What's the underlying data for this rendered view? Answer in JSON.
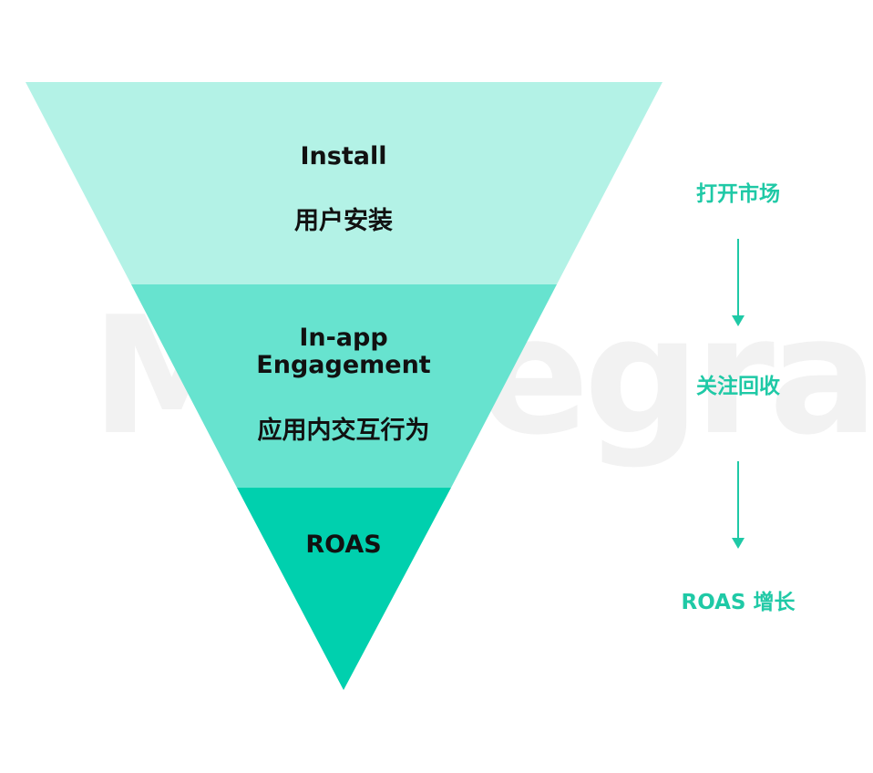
{
  "watermark": "Mintegral",
  "funnel": {
    "stages": [
      {
        "title": "Install",
        "subtitle": "用户安装",
        "color": "#b3f2e6"
      },
      {
        "title": "In-app\nEngagement",
        "subtitle": "应用内交互行为",
        "color": "#67e3cf"
      },
      {
        "title": "ROAS",
        "subtitle": "",
        "color": "#00d0ae"
      }
    ]
  },
  "side": {
    "color": "#1fc9a6",
    "labels": [
      "打开市场",
      "关注回收",
      "ROAS 增长"
    ]
  }
}
